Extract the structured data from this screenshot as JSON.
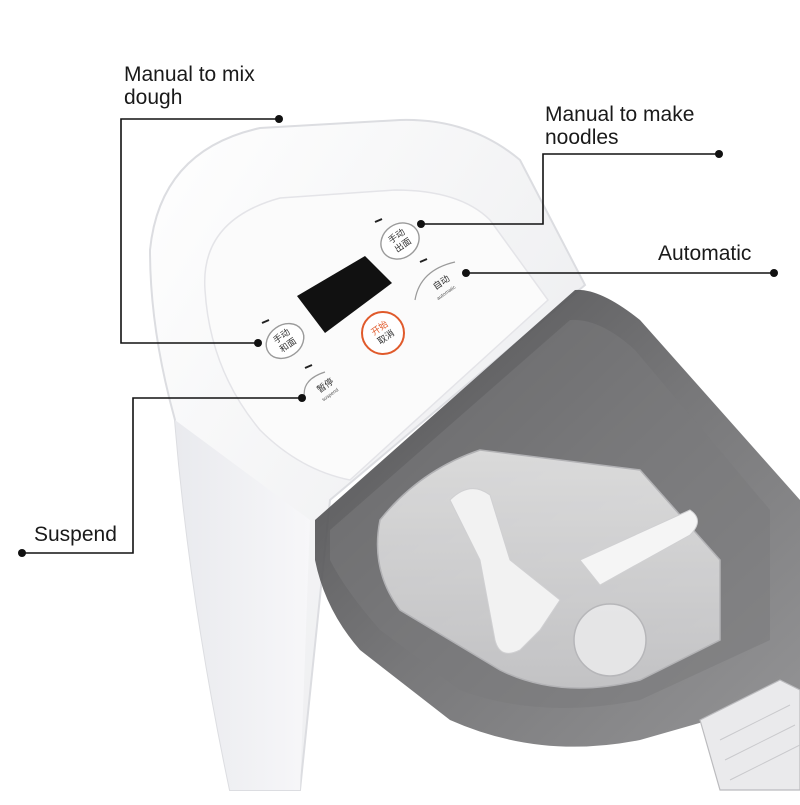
{
  "callouts": {
    "manual_mix": "Manual to mix\ndough",
    "manual_noodles": "Manual to make\nnoodles",
    "automatic": "Automatic",
    "suspend": "Suspend"
  },
  "panel_buttons": {
    "manual_noodles": {
      "line1": "手动",
      "line2": "出面"
    },
    "automatic": {
      "line1": "自动",
      "line2": "automatic"
    },
    "start_cancel": {
      "line1": "开始",
      "line2": "取消"
    },
    "manual_mix": {
      "line1": "手动",
      "line2": "和面"
    },
    "suspend": {
      "line1": "暂停",
      "line2": "suspend"
    }
  },
  "colors": {
    "body": "#f4f4f6",
    "panel": "#fbfbfb",
    "display": "#111111",
    "accent": "#e05a2b",
    "smoked_lid": "#5a5a5a",
    "leader_line": "#111111"
  }
}
